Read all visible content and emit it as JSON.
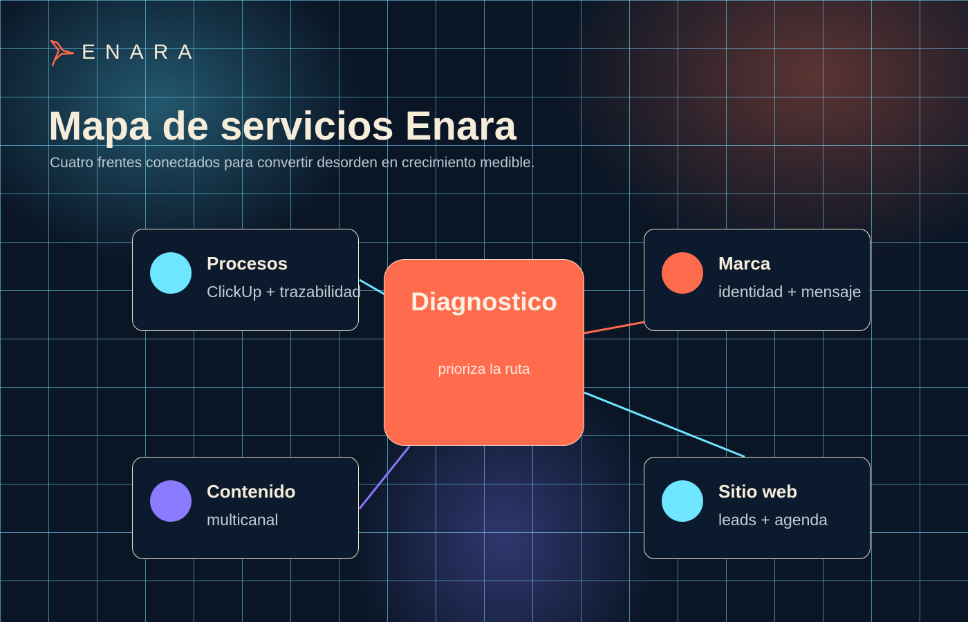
{
  "colors": {
    "background": "#0a1626",
    "accent": "#ff6b4d",
    "cyan": "#6fe6ff",
    "violet": "#8b7bff",
    "cream": "#f6ecda"
  },
  "brand": {
    "name": "ENARA",
    "icon": "hummingbird-logo"
  },
  "header": {
    "title": "Mapa de servicios Enara",
    "subtitle": "Cuatro frentes conectados para convertir desorden en crecimiento medible."
  },
  "hub": {
    "title": "Diagnostico",
    "subtitle": "prioriza la ruta"
  },
  "services": [
    {
      "title": "Procesos",
      "subtitle": "ClickUp + trazabilidad",
      "color": "#6fe6ff"
    },
    {
      "title": "Marca",
      "subtitle": "identidad + mensaje",
      "color": "#ff6b4d"
    },
    {
      "title": "Contenido",
      "subtitle": "multicanal",
      "color": "#8b7bff"
    },
    {
      "title": "Sitio web",
      "subtitle": "leads + agenda",
      "color": "#6fe6ff"
    }
  ]
}
